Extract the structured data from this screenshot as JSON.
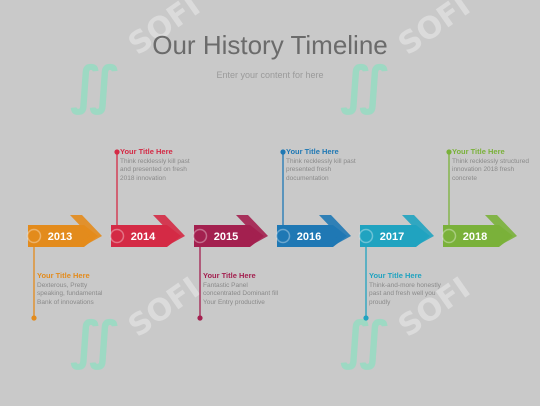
{
  "slide": {
    "title": "Our History Timeline",
    "subtitle": "Enter your content for here"
  },
  "watermark": {
    "text": "SOFI"
  },
  "timeline": [
    {
      "year": "2013",
      "color": "#e38b1c",
      "text_position": "below",
      "title": "Your Title Here",
      "body": "Dexterous, Pretty speaking, fundamental Bank of innovations"
    },
    {
      "year": "2014",
      "color": "#d42a45",
      "text_position": "above",
      "title": "Your Title Here",
      "body": "Think recklessly kill past and presented on fresh 2018 innovation"
    },
    {
      "year": "2015",
      "color": "#a3204f",
      "text_position": "below",
      "title": "Your Title Here",
      "body": "Fantastic Panel concentrated Dominant fill Your Entry productive"
    },
    {
      "year": "2016",
      "color": "#1f78b4",
      "text_position": "above",
      "title": "Your Title Here",
      "body": "Think recklessly kill past presented fresh documentation"
    },
    {
      "year": "2017",
      "color": "#20a3c0",
      "text_position": "below",
      "title": "Your Title Here",
      "body": "Think-and-more honestly past and fresh well you proudly"
    },
    {
      "year": "2018",
      "color": "#7ab13a",
      "text_position": "above",
      "title": "Your Title Here",
      "body": "Think recklessly structured innovation 2018 fresh concrete"
    }
  ]
}
